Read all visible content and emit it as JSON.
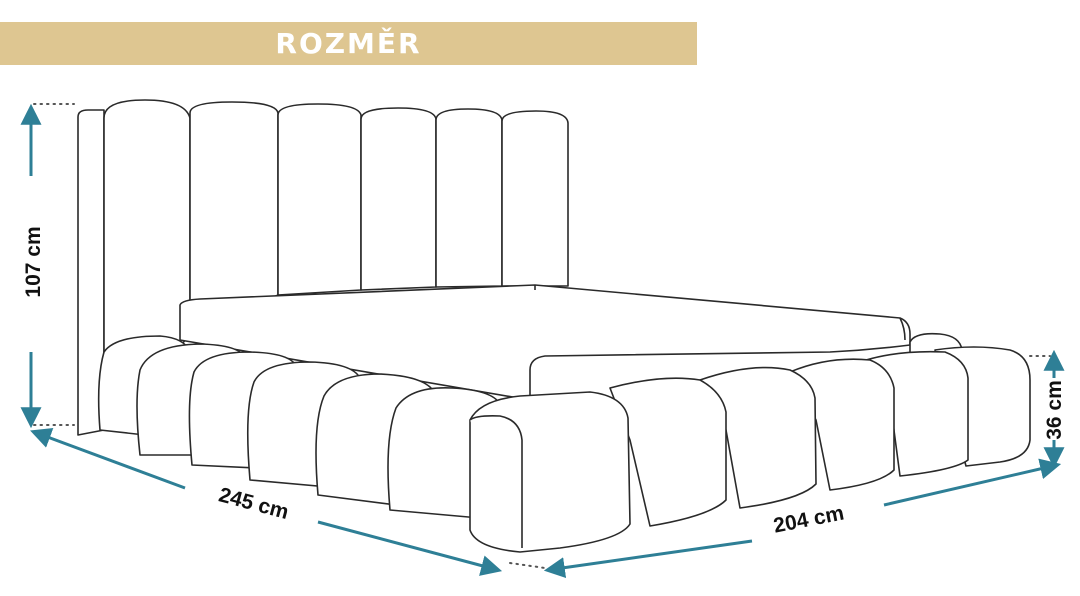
{
  "banner": {
    "title": "ROZMĚR",
    "color": "#dec691"
  },
  "dimensions": {
    "height_headboard": "107 cm",
    "length": "245 cm",
    "width": "204 cm",
    "height_frame": "36 cm"
  },
  "colors": {
    "arrow": "#2e7f96",
    "line": "#2a2a2a",
    "dots": "#555555"
  }
}
